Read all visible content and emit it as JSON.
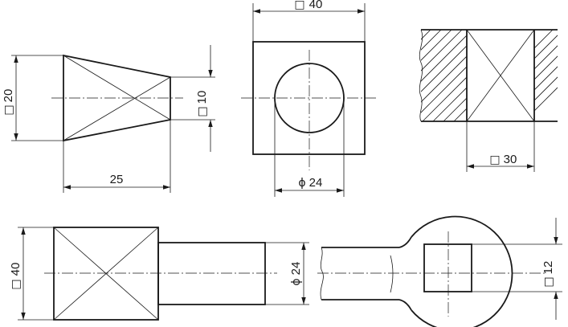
{
  "figure": {
    "views": {
      "tapered_square_block": {
        "dim_large_square": {
          "symbol": "□",
          "value": "20"
        },
        "dim_small_square": {
          "symbol": "□",
          "value": "10"
        },
        "dim_length": {
          "value": "25"
        }
      },
      "square_plate_with_hole": {
        "dim_side": {
          "symbol": "□",
          "value": "40"
        },
        "dim_hole_diameter": {
          "symbol": "ϕ",
          "value": "24"
        }
      },
      "sectioned_square_recess": {
        "dim_width": {
          "symbol": "□",
          "value": "30"
        }
      },
      "square_head_with_shaft": {
        "dim_head_square": {
          "symbol": "□",
          "value": "40"
        },
        "dim_shaft_diameter": {
          "symbol": "ϕ",
          "value": "24"
        }
      },
      "round_end_with_square_hole": {
        "dim_square_hole": {
          "symbol": "□",
          "value": "12"
        }
      }
    }
  }
}
